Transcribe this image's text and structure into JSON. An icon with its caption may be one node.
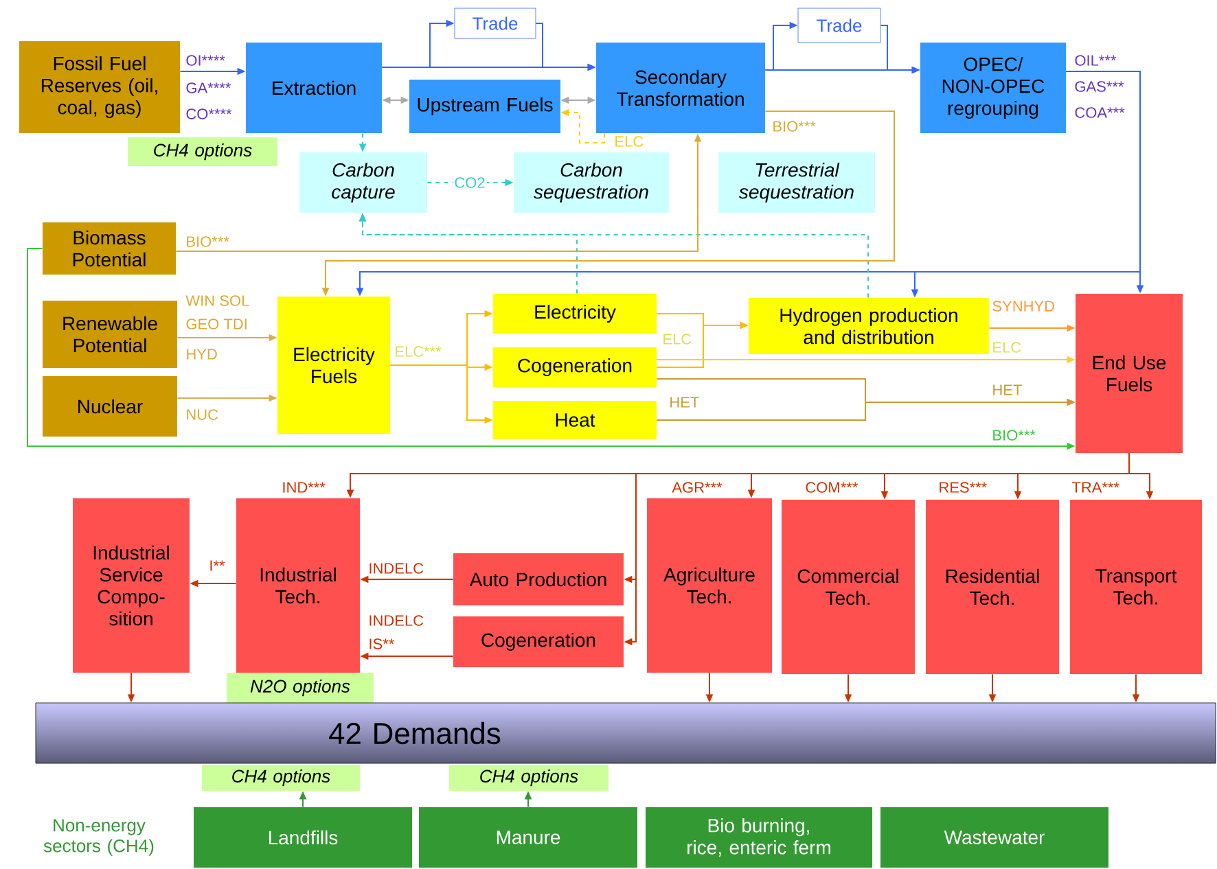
{
  "diagram": {
    "nodes": [
      {
        "text": [
          "Fossil Fuel Reserves (oil, coal, gas)"
        ]
      },
      {
        "text": [
          "Extraction"
        ]
      },
      {
        "text": [
          "Trade"
        ]
      },
      {
        "text": [
          "Upstream Fuels"
        ]
      },
      {
        "text": [
          "Secondary Transformation"
        ]
      },
      {
        "text": [
          "Trade"
        ]
      },
      {
        "text": [
          "OPEC/ NON-OPEC regrouping"
        ]
      },
      {
        "text": [
          "CH4 options"
        ]
      },
      {
        "text": [
          "Carbon capture"
        ]
      },
      {
        "text": [
          "Carbon sequestration"
        ]
      },
      {
        "text": [
          "Terrestrial sequestration"
        ]
      },
      {
        "text": [
          "Biomass Potential"
        ]
      },
      {
        "text": [
          "Renewable Potential"
        ]
      },
      {
        "text": [
          "Nuclear"
        ]
      },
      {
        "text": [
          "Electricity Fuels"
        ]
      },
      {
        "text": [
          "Electricity"
        ]
      },
      {
        "text": [
          "Cogeneration"
        ]
      },
      {
        "text": [
          "Heat"
        ]
      },
      {
        "text": [
          "Hydrogen production and distribution"
        ]
      },
      {
        "text": [
          "End Use Fuels"
        ]
      },
      {
        "text": [
          "Industrial Service Compo-sition"
        ]
      },
      {
        "text": [
          "Industrial Tech."
        ]
      },
      {
        "text": [
          "Auto Production"
        ]
      },
      {
        "text": [
          "Cogeneration"
        ]
      },
      {
        "text": [
          "Agriculture Tech."
        ]
      },
      {
        "text": [
          "Commercial Tech."
        ]
      },
      {
        "text": [
          "Residential Tech."
        ]
      },
      {
        "text": [
          "Transport Tech."
        ]
      },
      {
        "text": [
          "N2O options"
        ]
      },
      {
        "text": [
          "42 Demands"
        ]
      },
      {
        "text": [
          "CH4 options"
        ]
      },
      {
        "text": [
          "CH4 options"
        ]
      },
      {
        "text": [
          "Landfills"
        ]
      },
      {
        "text": [
          "Manure"
        ]
      },
      {
        "text": [
          "Bio burning, rice, enteric ferm"
        ]
      },
      {
        "text": [
          "Wastewater"
        ]
      }
    ],
    "edges": [
      {
        "from": 0,
        "to": 1,
        "arrow": "to",
        "color": "#3366ff"
      },
      {
        "from": 1,
        "to": 4,
        "arrow": "to",
        "color": "#3366ff"
      },
      {
        "from": 1,
        "to": 2,
        "arrow": "to",
        "color": "#3366ff"
      },
      {
        "from": 2,
        "to": 4,
        "arrow": "to",
        "color": "#3366ff"
      },
      {
        "from": 1,
        "to": 3,
        "arrow": "both",
        "color": "#aaaaaa"
      },
      {
        "from": 3,
        "to": 4,
        "arrow": "both",
        "color": "#aaaaaa"
      },
      {
        "from": 4,
        "to": 6,
        "arrow": "to",
        "color": "#3366ff"
      },
      {
        "from": 4,
        "to": 5,
        "arrow": "to",
        "color": "#3366ff"
      },
      {
        "from": 5,
        "to": 6,
        "arrow": "to",
        "color": "#3366ff"
      },
      {
        "from": 6,
        "to": 19,
        "arrow": "to",
        "color": "#3366ff"
      },
      {
        "from": 6,
        "to": 14,
        "arrow": "to",
        "color": "#3366ff"
      },
      {
        "from": 6,
        "to": 18,
        "arrow": "to",
        "color": "#3366ff"
      },
      {
        "from": 1,
        "to": 8,
        "arrow": "to",
        "style": "dashed",
        "color": "#33cccc"
      },
      {
        "from": 8,
        "to": 9,
        "arrow": "to",
        "style": "dashed",
        "color": "#33cccc",
        "label": "CO2"
      },
      {
        "from": 15,
        "to": 8,
        "arrow": "to",
        "style": "dashed",
        "color": "#33cccc"
      },
      {
        "from": 18,
        "to": 8,
        "arrow": "to",
        "style": "dashed",
        "color": "#33cccc"
      },
      {
        "from": 4,
        "to": 3,
        "arrow": "to",
        "style": "dashed",
        "color": "#ffcc00"
      },
      {
        "from": 11,
        "to": 4,
        "arrow": "to",
        "color": "#ddaa33"
      },
      {
        "from": 4,
        "to": 14,
        "arrow": "to",
        "color": "#ddaa33"
      },
      {
        "from": 11,
        "to": 19,
        "arrow": "to",
        "color": "#33cc33"
      },
      {
        "from": 12,
        "to": 14,
        "arrow": "to",
        "color": "#ddaa55"
      },
      {
        "from": 13,
        "to": 14,
        "arrow": "to",
        "color": "#ddaa55"
      },
      {
        "from": 14,
        "to": 15,
        "arrow": "to",
        "color": "#ffbb00"
      },
      {
        "from": 14,
        "to": 16,
        "arrow": "to",
        "color": "#ffbb00"
      },
      {
        "from": 14,
        "to": 17,
        "arrow": "to",
        "color": "#ffbb00"
      },
      {
        "from": 15,
        "to": 18,
        "arrow": "to",
        "color": "#ffbb00"
      },
      {
        "from": 16,
        "to": 18,
        "arrow": "to",
        "color": "#ffbb00"
      },
      {
        "from": 16,
        "to": 19,
        "arrow": "to",
        "color": "#ffcc33"
      },
      {
        "from": 18,
        "to": 19,
        "arrow": "to",
        "color": "#ff9933"
      },
      {
        "from": 17,
        "to": 19,
        "arrow": "to",
        "color": "#cc9933"
      },
      {
        "from": 16,
        "to": 19,
        "arrow": "to",
        "color": "#cc9933"
      },
      {
        "from": 19,
        "to": 21,
        "arrow": "to"
      },
      {
        "from": 19,
        "to": 24,
        "arrow": "to"
      },
      {
        "from": 19,
        "to": 25,
        "arrow": "to"
      },
      {
        "from": 19,
        "to": 26,
        "arrow": "to"
      },
      {
        "from": 19,
        "to": 27,
        "arrow": "to"
      },
      {
        "from": 19,
        "to": 22,
        "arrow": "to"
      },
      {
        "from": 19,
        "to": 23,
        "arrow": "to"
      },
      {
        "from": 22,
        "to": 21,
        "arrow": "to"
      },
      {
        "from": 23,
        "to": 21,
        "arrow": "to"
      },
      {
        "from": 21,
        "to": 20,
        "arrow": "to"
      },
      {
        "from": 20,
        "to": 29,
        "arrow": "to"
      },
      {
        "from": 24,
        "to": 29,
        "arrow": "to"
      },
      {
        "from": 25,
        "to": 29,
        "arrow": "to"
      },
      {
        "from": 26,
        "to": 29,
        "arrow": "to"
      },
      {
        "from": 27,
        "to": 29,
        "arrow": "to"
      },
      {
        "from": 32,
        "to": 30,
        "arrow": "to",
        "color": "#339933"
      },
      {
        "from": 33,
        "to": 31,
        "arrow": "to",
        "color": "#339933"
      }
    ],
    "labels": [
      "OI****",
      "GA****",
      "CO****",
      "OIL***",
      "GAS***",
      "COA***",
      "BIO***",
      "ELC",
      "BIO***",
      "WIN SOL",
      "GEO TDI",
      "HYD",
      "NUC",
      "ELC***",
      "ELC",
      "SYNHYD",
      "ELC",
      "HET",
      "HET",
      "BIO***",
      "IND***",
      "AGR***",
      "COM***",
      "RES***",
      "TRA***",
      "I**",
      "INDELC",
      "INDELC",
      "IS**",
      "Non-energy sectors (CH4)"
    ]
  }
}
